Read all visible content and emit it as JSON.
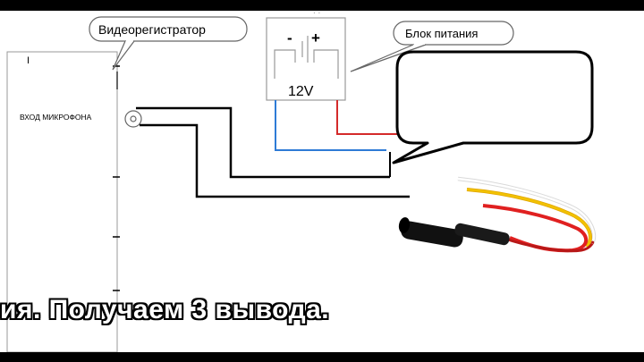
{
  "labels": {
    "dvr": "Видеорегистратор",
    "power_supply": "Блок питания",
    "mic_input": "ВХОД МИКРОФОНА",
    "dvr_marker": "I",
    "minus": "-",
    "plus": "+",
    "voltage": "12V",
    "top_dots": ". ."
  },
  "subtitle": "ия. Получаем 3 вывода.",
  "colors": {
    "negative_wire": "#2e7bd6",
    "positive_wire": "#d42a2a",
    "signal_wire": "#000000",
    "mic_wire_red": "#e02020",
    "mic_wire_yellow": "#f2c200",
    "mic_wire_white": "#ffffff",
    "mic_body": "#111111"
  }
}
